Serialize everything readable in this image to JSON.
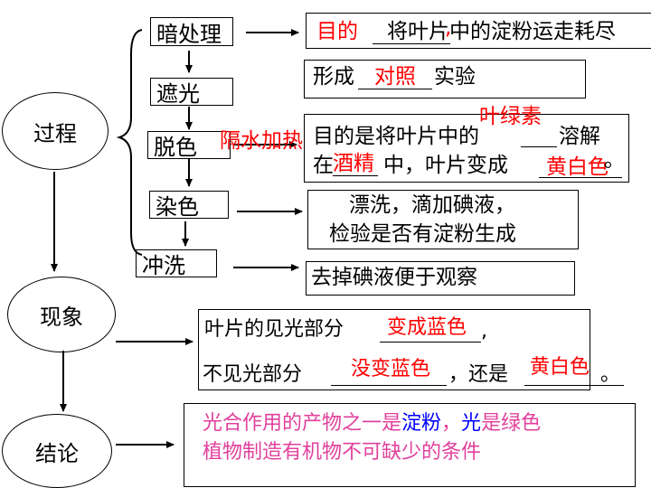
{
  "ovals": {
    "process": "过程",
    "phenomenon": "现象",
    "conclusion": "结论"
  },
  "steps": {
    "dark": "暗处理",
    "shade": "遮光",
    "decolor": "脱色",
    "stain": "染色",
    "rinse": "冲洗"
  },
  "dark_note": {
    "prefix": "目的",
    "body": "将叶片中的淀粉运走耗尽",
    "comma": ","
  },
  "shade_note": {
    "prefix": "形成",
    "answer": "对照",
    "suffix": "实验"
  },
  "decolor_side": "隔水加热",
  "decolor_note": {
    "line1_prefix": "目的是将叶片中的",
    "line1_suffix": "溶解",
    "line2_prefix": "在",
    "line2_middle": "中，叶片变成",
    "answer_pigment": "叶绿素",
    "answer_solvent": "酒精",
    "answer_color": "黄白色",
    "period": "。"
  },
  "stain_note": {
    "line1": "漂洗，滴加碘液，",
    "line2": "检验是否有淀粉生成"
  },
  "rinse_note": "去掉碘液便于观察",
  "phenomenon_box": {
    "line1_prefix": "叶片的见光部分",
    "line1_answer": "变成蓝色",
    "line1_end": ",",
    "line2_prefix": "不见光部分",
    "line2_answer": "没变蓝色",
    "line2_middle": "，还是",
    "line2_answer2": "黄白色",
    "line2_end": "。"
  },
  "conclusion_box": {
    "part1": "光合作用的产物之一是",
    "part2": "淀粉",
    "part3": "，",
    "part4": "光",
    "part5": "是绿色",
    "line2": "植物制造有机物不可缺少的条件"
  },
  "colors": {
    "answer": "#ff0000",
    "highlight": "#0000ff",
    "conclusion": "#e0409c"
  }
}
